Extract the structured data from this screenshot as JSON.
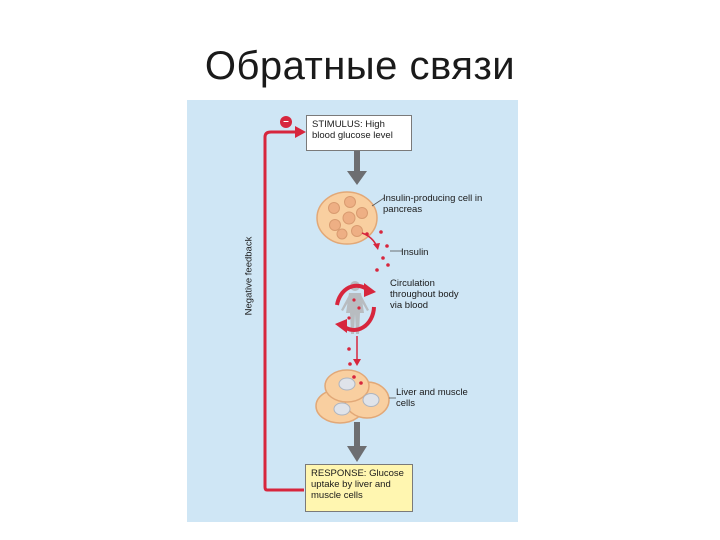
{
  "slide": {
    "title": "Обратные связи"
  },
  "diagram": {
    "stimulus": "STIMULUS: High blood glucose level",
    "pancreas_label": "Insulin-producing cell in pancreas",
    "insulin_label": "Insulin",
    "circulation_label": "Circulation throughout body via blood",
    "liver_label": "Liver and muscle cells",
    "response": "RESPONSE: Glucose uptake by liver and muscle cells",
    "feedback_label": "Negative feedback",
    "feedback_sign": "–"
  },
  "colors": {
    "panel_background": "#cfe6f5",
    "feedback_arrow": "#d7263d",
    "main_arrow": "#6d6e71",
    "response_fill": "#fff6b0",
    "cell_fill": "#f9cfa0"
  }
}
